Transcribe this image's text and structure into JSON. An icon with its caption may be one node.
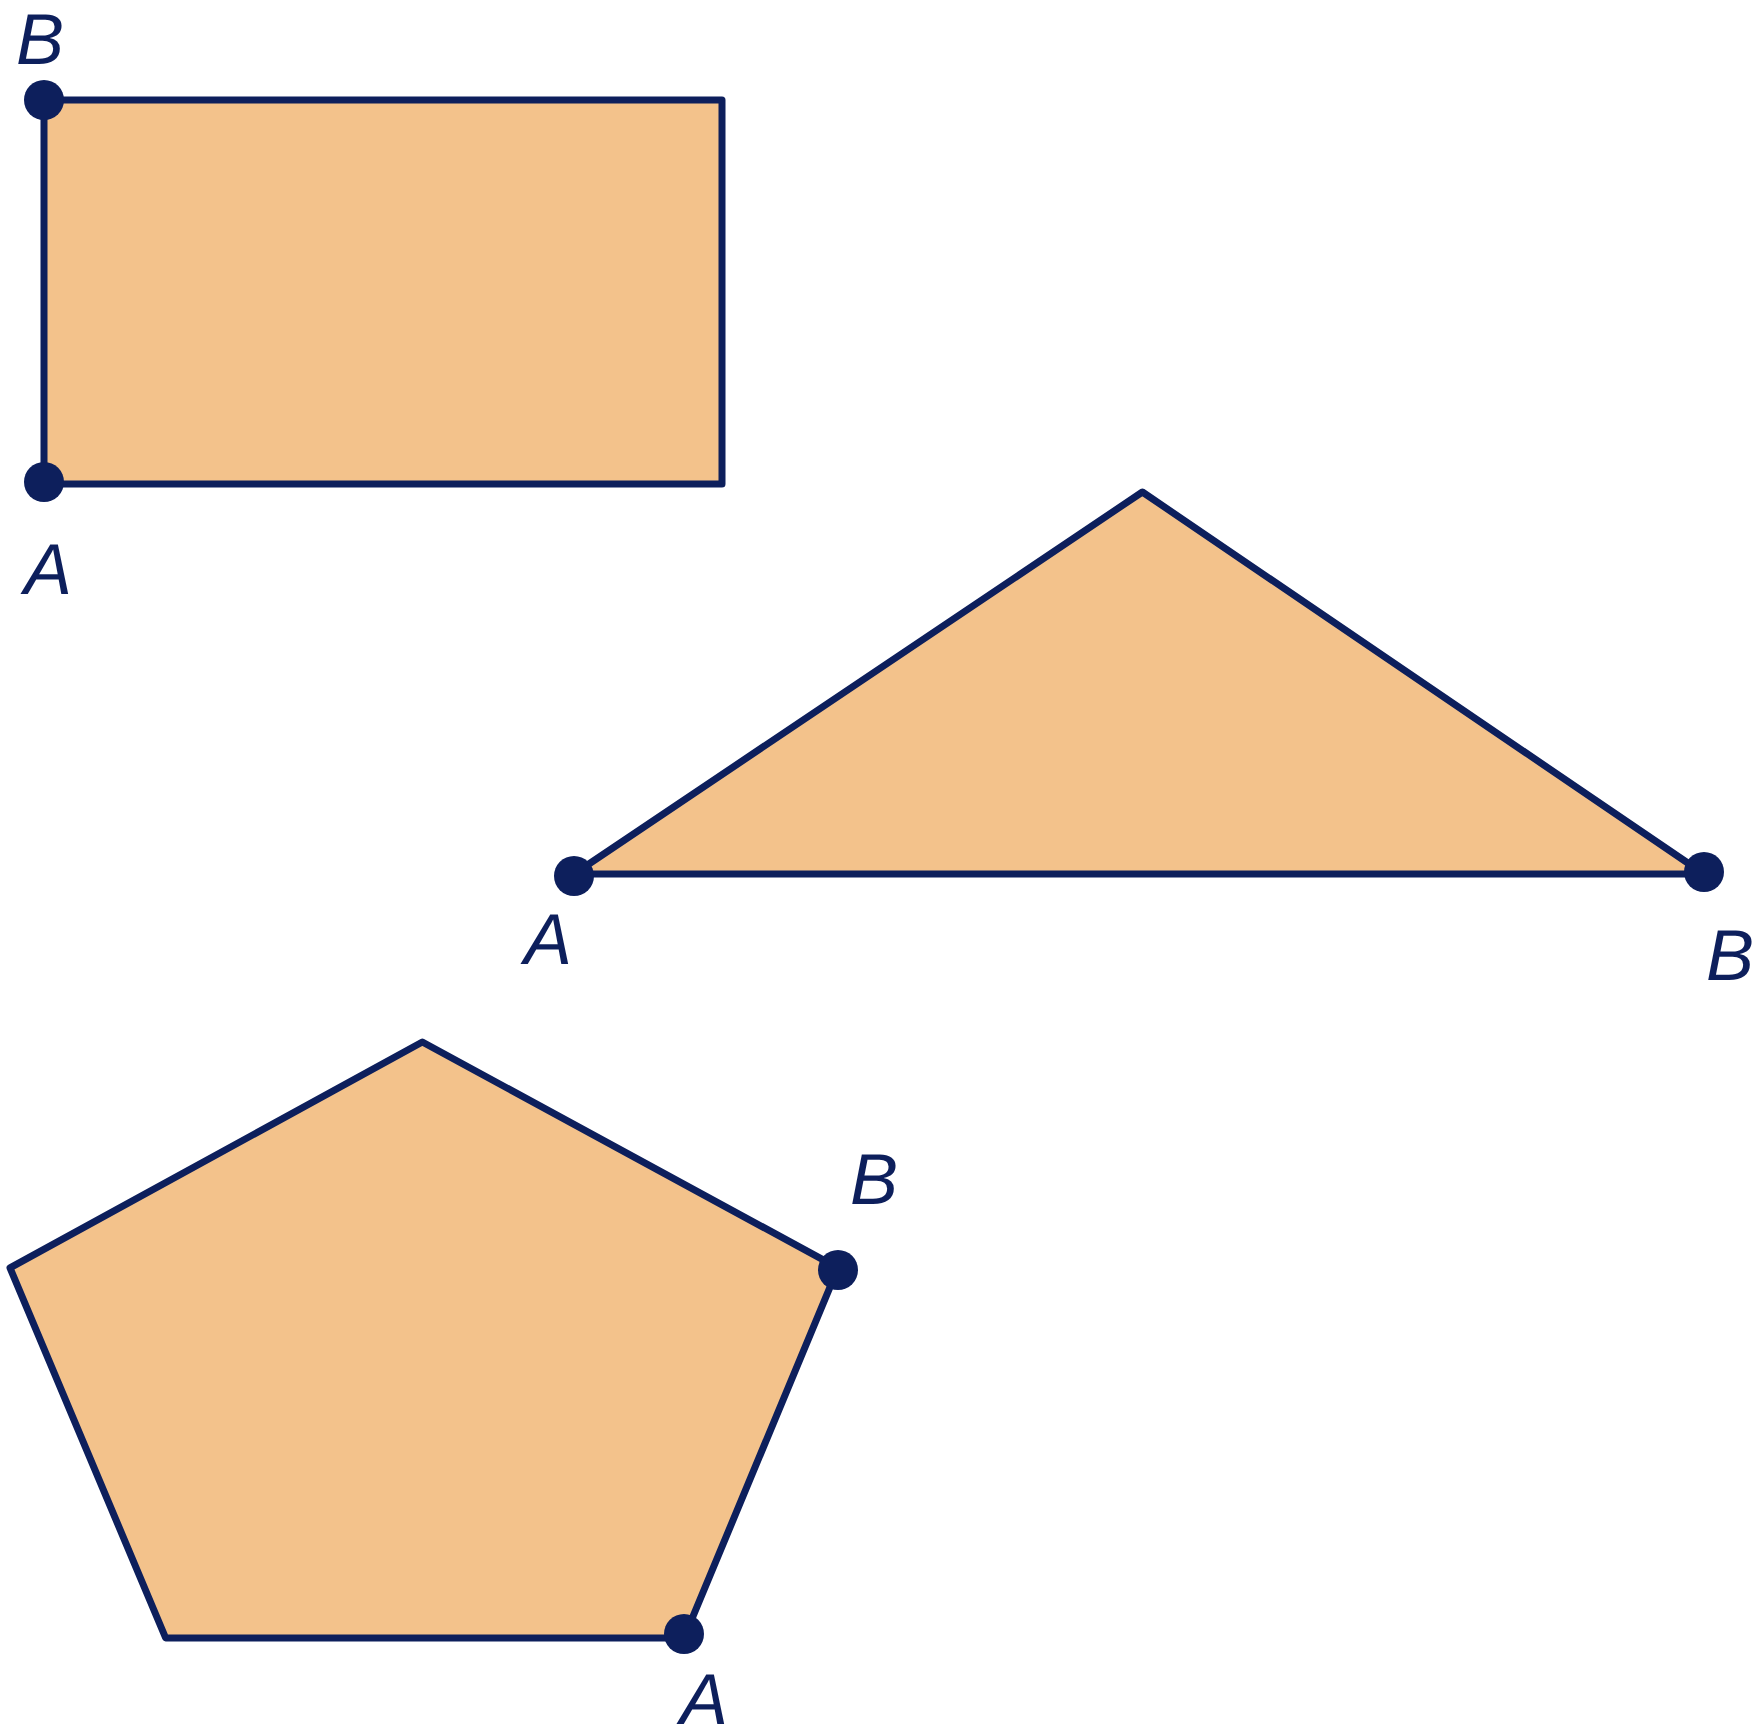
{
  "diagram": {
    "nodes": [
      {
        "text": [],
        "shape": "rectangle",
        "beside": [
          "B",
          "A"
        ]
      },
      {
        "text": [],
        "shape": "triangle",
        "beside": [
          "A",
          "B"
        ]
      },
      {
        "text": [],
        "shape": "pentagon",
        "beside": [
          "B",
          "A"
        ]
      }
    ]
  }
}
